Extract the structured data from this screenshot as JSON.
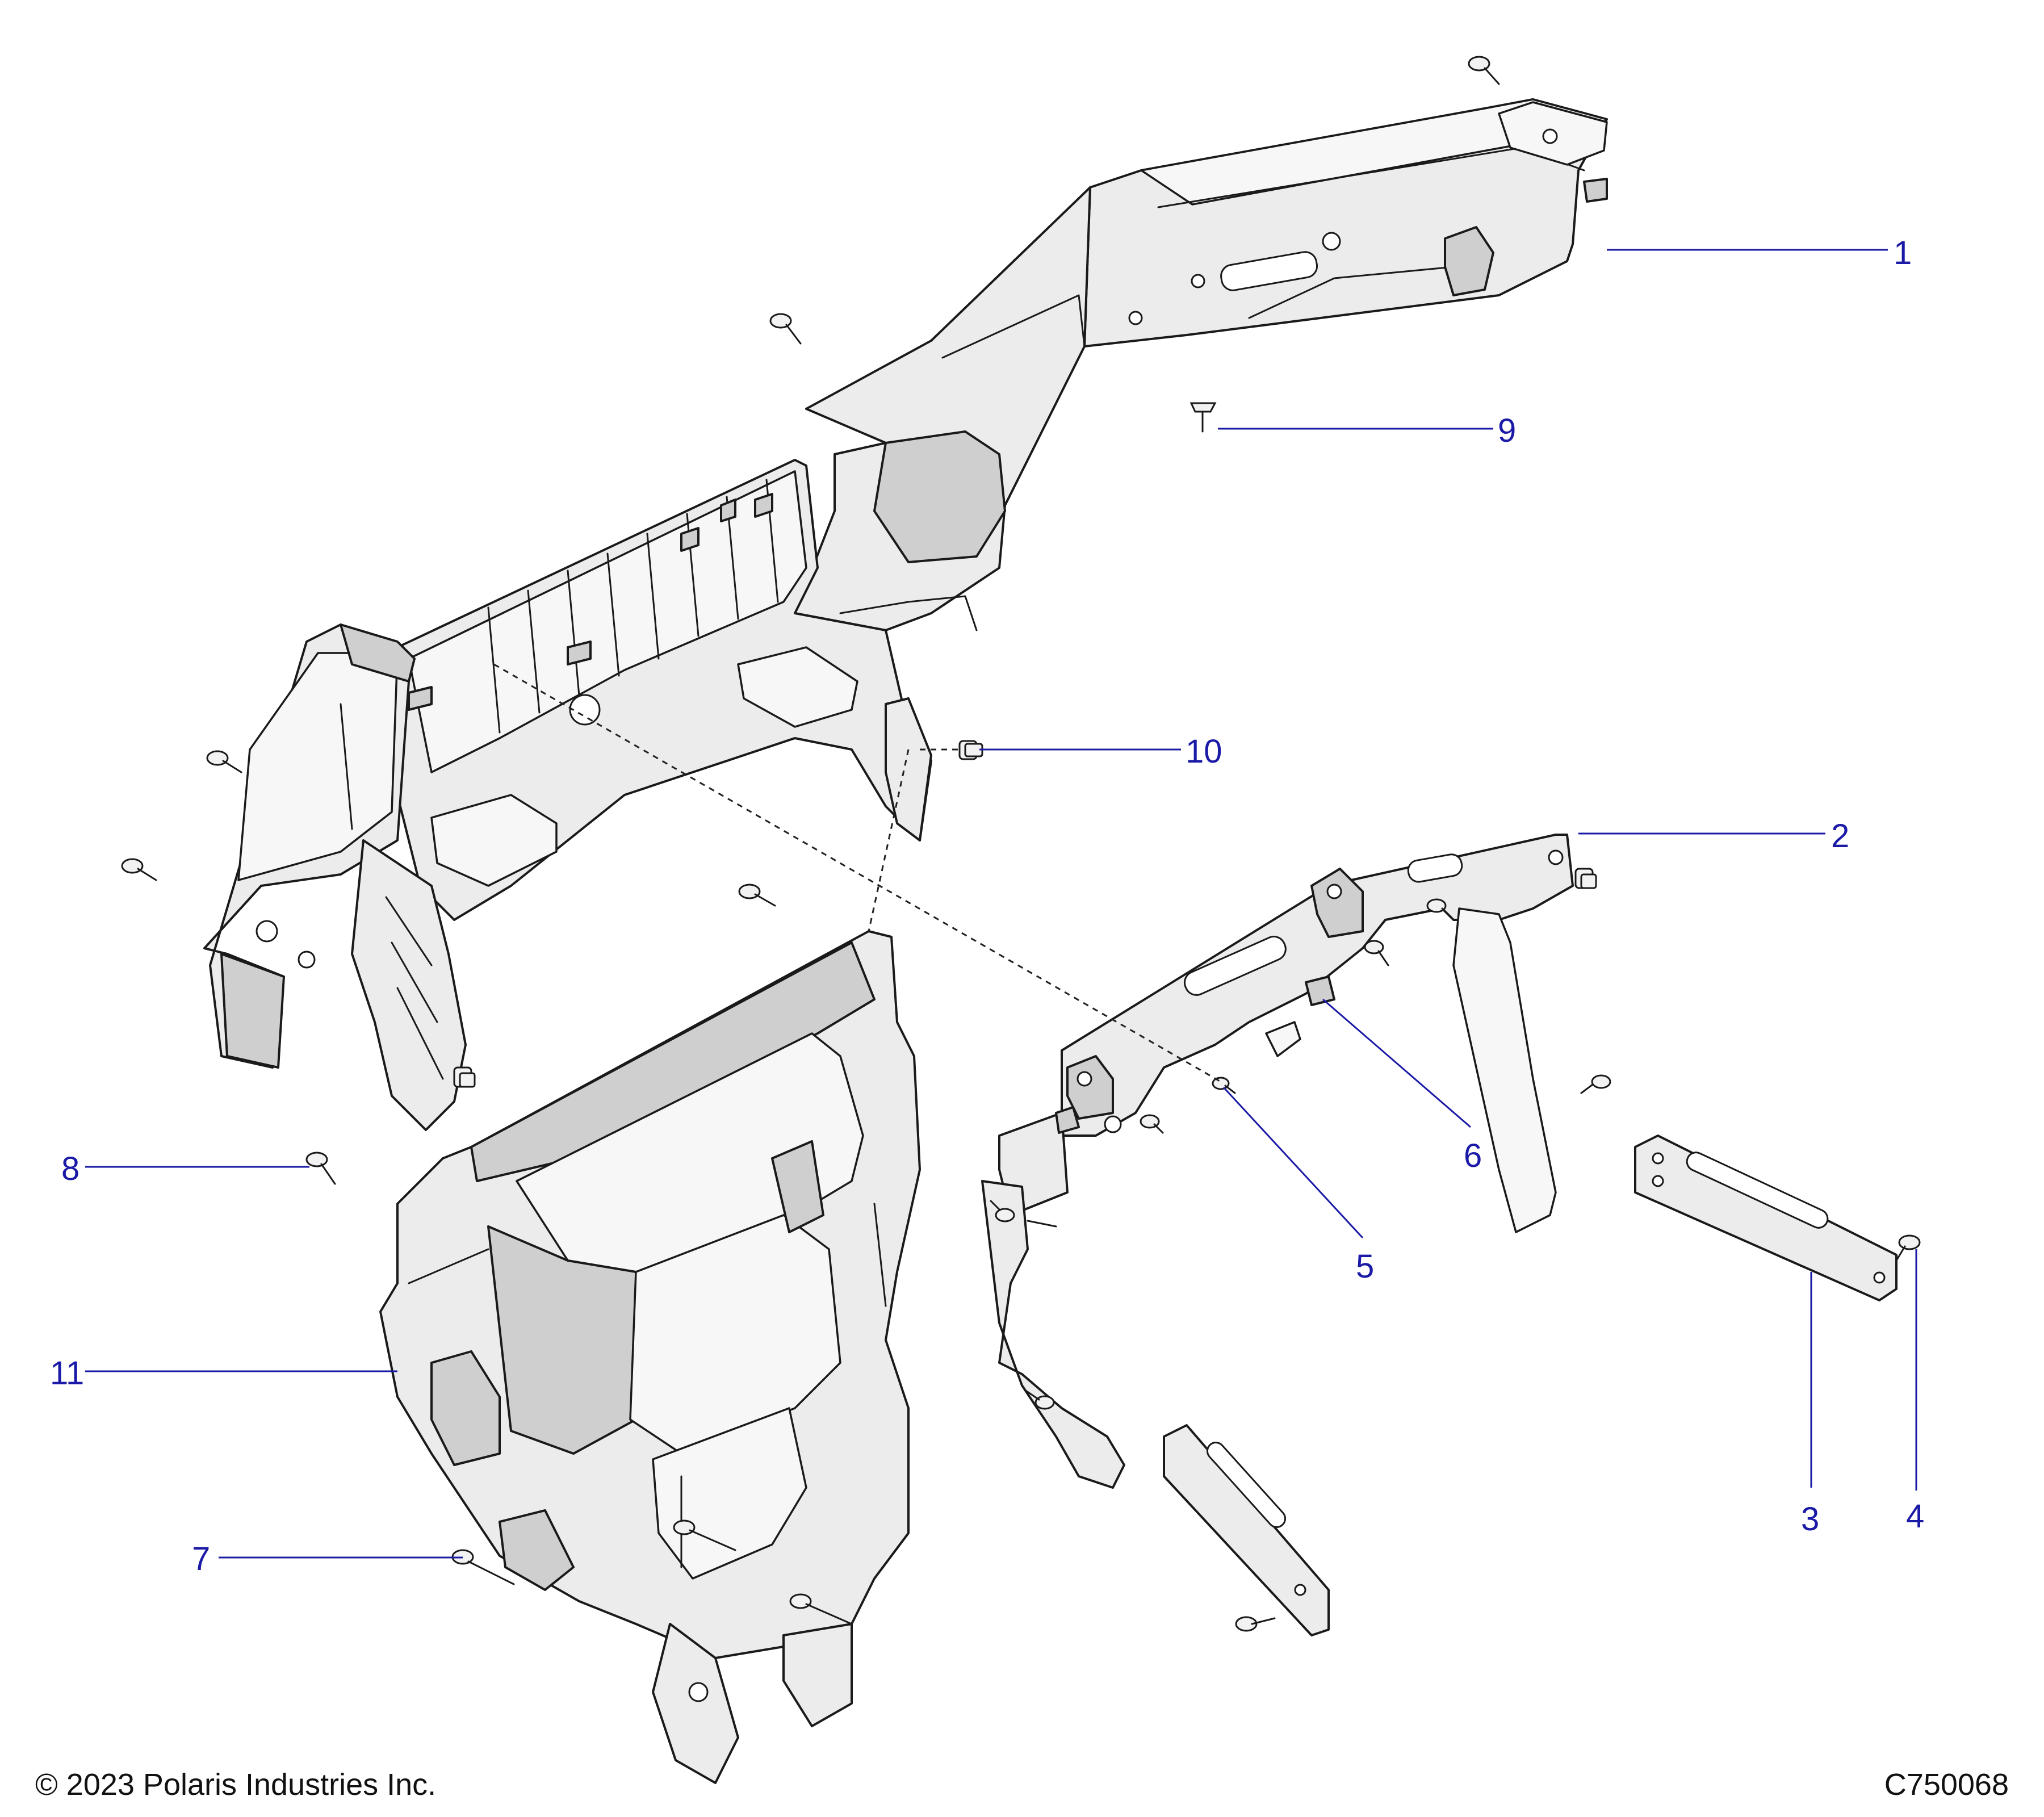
{
  "callouts": [
    {
      "id": "1",
      "label": "1"
    },
    {
      "id": "2",
      "label": "2"
    },
    {
      "id": "3",
      "label": "3"
    },
    {
      "id": "4",
      "label": "4"
    },
    {
      "id": "5",
      "label": "5"
    },
    {
      "id": "6",
      "label": "6"
    },
    {
      "id": "7",
      "label": "7"
    },
    {
      "id": "8",
      "label": "8"
    },
    {
      "id": "9",
      "label": "9"
    },
    {
      "id": "10",
      "label": "10"
    },
    {
      "id": "11",
      "label": "11"
    }
  ],
  "footer": {
    "copyright": "© 2023 Polaris Industries Inc.",
    "figure_id": "C750068"
  },
  "colors": {
    "callout_blue": "#1a1aa6",
    "part_fill": "#ececec",
    "outline": "#1a1a1a"
  }
}
